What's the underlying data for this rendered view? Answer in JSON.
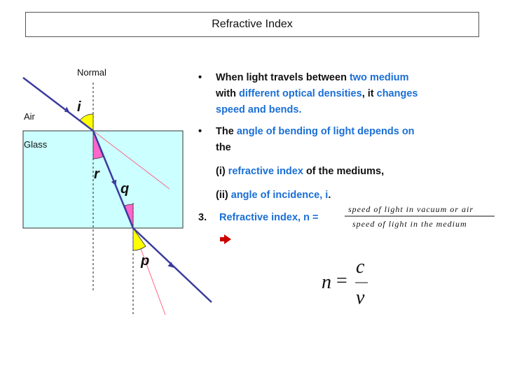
{
  "title": "Refractive Index",
  "labels": {
    "normal": "Normal",
    "air": "Air",
    "glass": "Glass",
    "angle_i": "i",
    "angle_r": "r",
    "angle_q": "q",
    "angle_p": "p"
  },
  "bullets": {
    "b1_l1a": "When light travels between ",
    "b1_l1b": "two medium",
    "b1_l2a": "with ",
    "b1_l2b": "different optical densities",
    "b1_l2c": ", it ",
    "b1_l2d": "changes",
    "b1_l3": "speed and bends.",
    "b2_l1a": "The ",
    "b2_l1b": "angle of bending of light depends on",
    "b2_l2": "the",
    "b3a": "(i)  ",
    "b3b": "refractive index",
    "b3c": " of the mediums,",
    "b4a": "(ii) ",
    "b4b": "angle of incidence, i",
    "b4c": ".",
    "b5_num": "3.",
    "b5_text": "Refractive index, n =",
    "bullet_glyph": "•"
  },
  "formula": {
    "numerator": "speed  of  light  in vacuum  or  air",
    "denominator": "speed  of  light  in  the  medium",
    "n": "n",
    "equals": "=",
    "c": "c",
    "v": "v"
  },
  "colors": {
    "ray": "#3b3b9e",
    "glass_fill": "#ccffff",
    "pink": "#ff66cc",
    "yellow": "#ffff00",
    "blue_text": "#1a6fd6",
    "red_arrow": "#cc0000"
  },
  "icons": [
    "arrow-right-icon"
  ]
}
